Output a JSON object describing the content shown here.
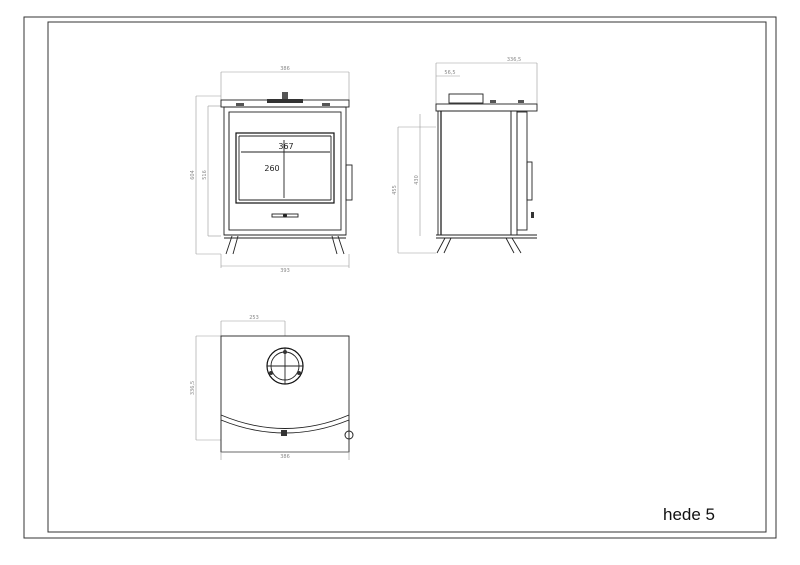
{
  "sheet": {
    "title": "hede 5"
  },
  "front_view": {
    "width_top": "386",
    "width_bottom": "393",
    "height_total": "604",
    "height_body": "516",
    "glass_width": "367",
    "glass_height": "260"
  },
  "side_view": {
    "depth_top": "336,5",
    "flue_offset": "56,5",
    "height_total": "455",
    "height_body": "430"
  },
  "top_view": {
    "flue_position": "253",
    "depth": "336,5",
    "width": "386"
  }
}
